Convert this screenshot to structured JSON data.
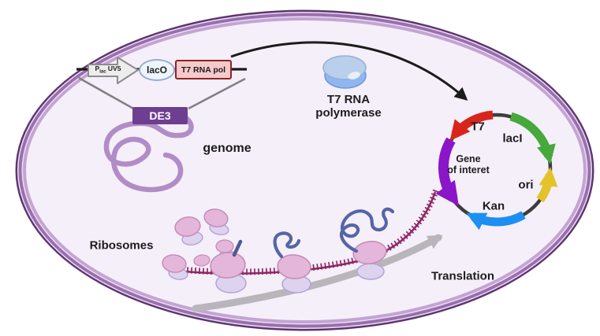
{
  "construct": {
    "promoter_main": "P",
    "promoter_sub": "lac",
    "promoter_rest": " UV5",
    "operator_label": "lacO",
    "gene_label": "T7 RNA pol"
  },
  "genome_section": {
    "de3_label": "DE3",
    "genome_label": "genome"
  },
  "polymerase": {
    "label_line1": "T7 RNA",
    "label_line2": "polymerase"
  },
  "plasmid": {
    "segment_t7": "T7",
    "segment_lacI": "lacI",
    "segment_ori": "ori",
    "segment_kan": "Kan",
    "goi_line1": "Gene",
    "goi_line2": "of interet"
  },
  "translation_section": {
    "ribosomes_label": "Ribosomes",
    "translation_label": "Translation"
  },
  "colors": {
    "membrane_dark": "#5e3570",
    "membrane_mid": "#9a6fae",
    "membrane_light": "#c3a4d2",
    "cytoplasm": "#f5effa",
    "genome_strand": "#b28cc6",
    "de3_box": "#6e3f90",
    "promoter_fill": "#ededed",
    "operator_border": "#94add2",
    "gene_box_fill": "#f6caca",
    "gene_box_border": "#8e2424",
    "polymerase_blob": "#8fb6f0",
    "plasmid_ring": "#3d3d3d",
    "arrow_t7": "#d8251c",
    "arrow_lacI": "#47a83b",
    "arrow_ori": "#e4c32a",
    "arrow_kan": "#1d8ff2",
    "arrow_goi": "#8b15c8",
    "mrna": "#8e2763",
    "ribosome_top": "#e3b6da",
    "ribosome_bottom": "#ddd3ef",
    "polypeptide": "#5565a5",
    "translation_arrow": "#b9b6bb"
  }
}
